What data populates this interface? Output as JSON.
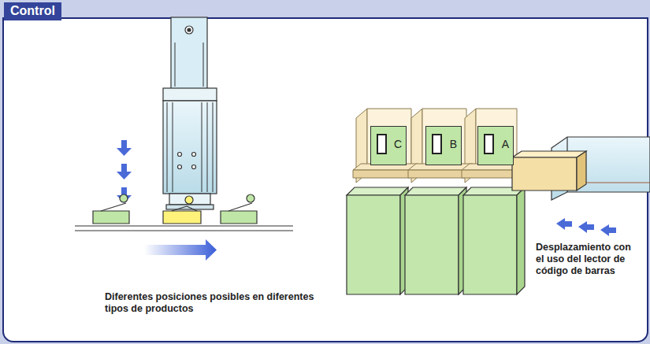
{
  "diagram": {
    "title": "Control",
    "nodes": [
      {
        "text": [
          "C"
        ]
      },
      {
        "text": [
          "B"
        ]
      },
      {
        "text": [
          "A"
        ]
      }
    ],
    "labels": [
      "Diferentes posiciones posibles en diferentes tipos de productos",
      "Desplazamiento con el uso del lector de código de barras"
    ]
  }
}
